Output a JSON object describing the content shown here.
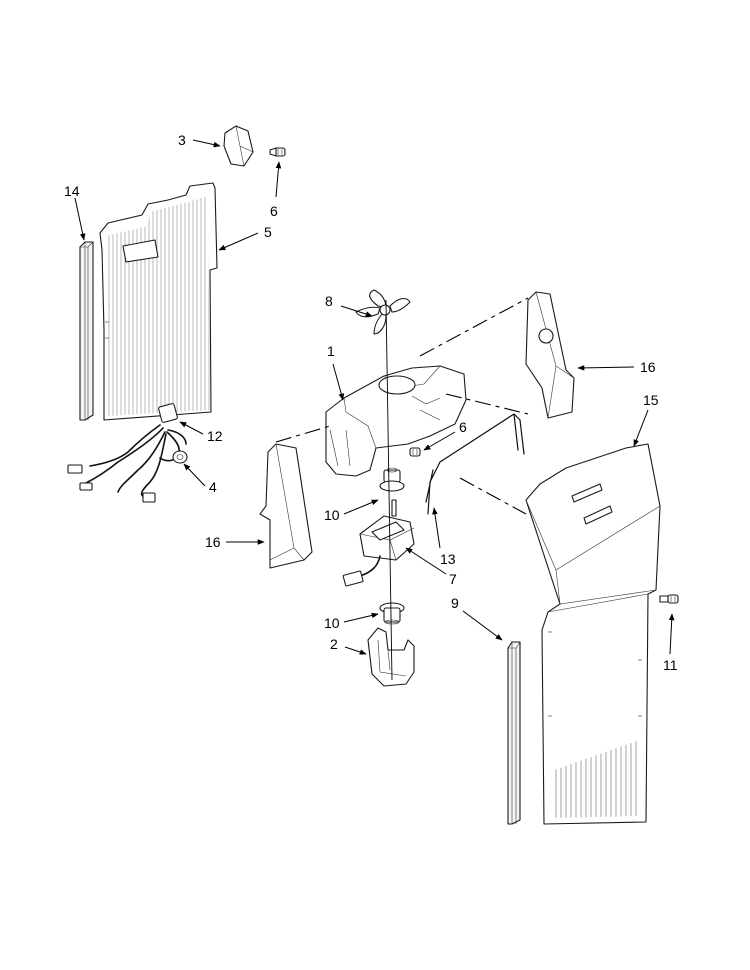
{
  "callouts": [
    {
      "id": "3",
      "label": "3"
    },
    {
      "id": "6a",
      "label": "6"
    },
    {
      "id": "14",
      "label": "14"
    },
    {
      "id": "5",
      "label": "5"
    },
    {
      "id": "8",
      "label": "8"
    },
    {
      "id": "1",
      "label": "1"
    },
    {
      "id": "16a",
      "label": "16"
    },
    {
      "id": "15",
      "label": "15"
    },
    {
      "id": "12",
      "label": "12"
    },
    {
      "id": "6b",
      "label": "6"
    },
    {
      "id": "4",
      "label": "4"
    },
    {
      "id": "10a",
      "label": "10"
    },
    {
      "id": "16b",
      "label": "16"
    },
    {
      "id": "13",
      "label": "13"
    },
    {
      "id": "7",
      "label": "7"
    },
    {
      "id": "9",
      "label": "9"
    },
    {
      "id": "10b",
      "label": "10"
    },
    {
      "id": "11",
      "label": "11"
    },
    {
      "id": "2",
      "label": "2"
    }
  ]
}
